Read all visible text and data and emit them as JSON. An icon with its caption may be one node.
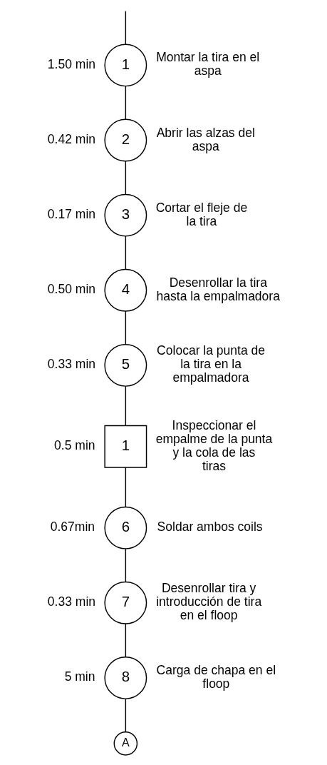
{
  "diagram": {
    "nodes": [
      {
        "text": [
          "1"
        ],
        "beside": [
          "1.50 min",
          "Montar la tira en el aspa"
        ]
      },
      {
        "text": [
          "2"
        ],
        "beside": [
          "0.42 min",
          "Abrir las alzas del aspa"
        ]
      },
      {
        "text": [
          "3"
        ],
        "beside": [
          "0.17 min",
          "Cortar el fleje de la tira"
        ]
      },
      {
        "text": [
          "4"
        ],
        "beside": [
          "0.50 min",
          "Desenrollar la tira hasta la empalmadora"
        ]
      },
      {
        "text": [
          "5"
        ],
        "beside": [
          "0.33 min",
          "Colocar la punta de la tira en la empalmadora"
        ]
      },
      {
        "text": [
          "1"
        ],
        "beside": [
          "0.5 min",
          "Inspeccionar el empalme de la punta y la cola de las tiras"
        ]
      },
      {
        "text": [
          "6"
        ],
        "beside": [
          "0.67min",
          "Soldar ambos coils"
        ]
      },
      {
        "text": [
          "7"
        ],
        "beside": [
          "0.33 min",
          "Desenrollar tira y introducción de tira en el floop"
        ]
      },
      {
        "text": [
          "8"
        ],
        "beside": [
          "5 min",
          "Carga de chapa en el floop"
        ]
      },
      {
        "text": [
          "A"
        ]
      }
    ],
    "edges": [
      {
        "from": null,
        "to": 0,
        "arrow": "none"
      },
      {
        "from": 0,
        "to": 1,
        "arrow": "none"
      },
      {
        "from": 1,
        "to": 2,
        "arrow": "none"
      },
      {
        "from": 2,
        "to": 3,
        "arrow": "none"
      },
      {
        "from": 3,
        "to": 4,
        "arrow": "none"
      },
      {
        "from": 4,
        "to": 5,
        "arrow": "none"
      },
      {
        "from": 5,
        "to": 6,
        "arrow": "none"
      },
      {
        "from": 6,
        "to": 7,
        "arrow": "none"
      },
      {
        "from": 7,
        "to": 8,
        "arrow": "none"
      },
      {
        "from": 8,
        "to": 9,
        "arrow": "none"
      }
    ]
  }
}
